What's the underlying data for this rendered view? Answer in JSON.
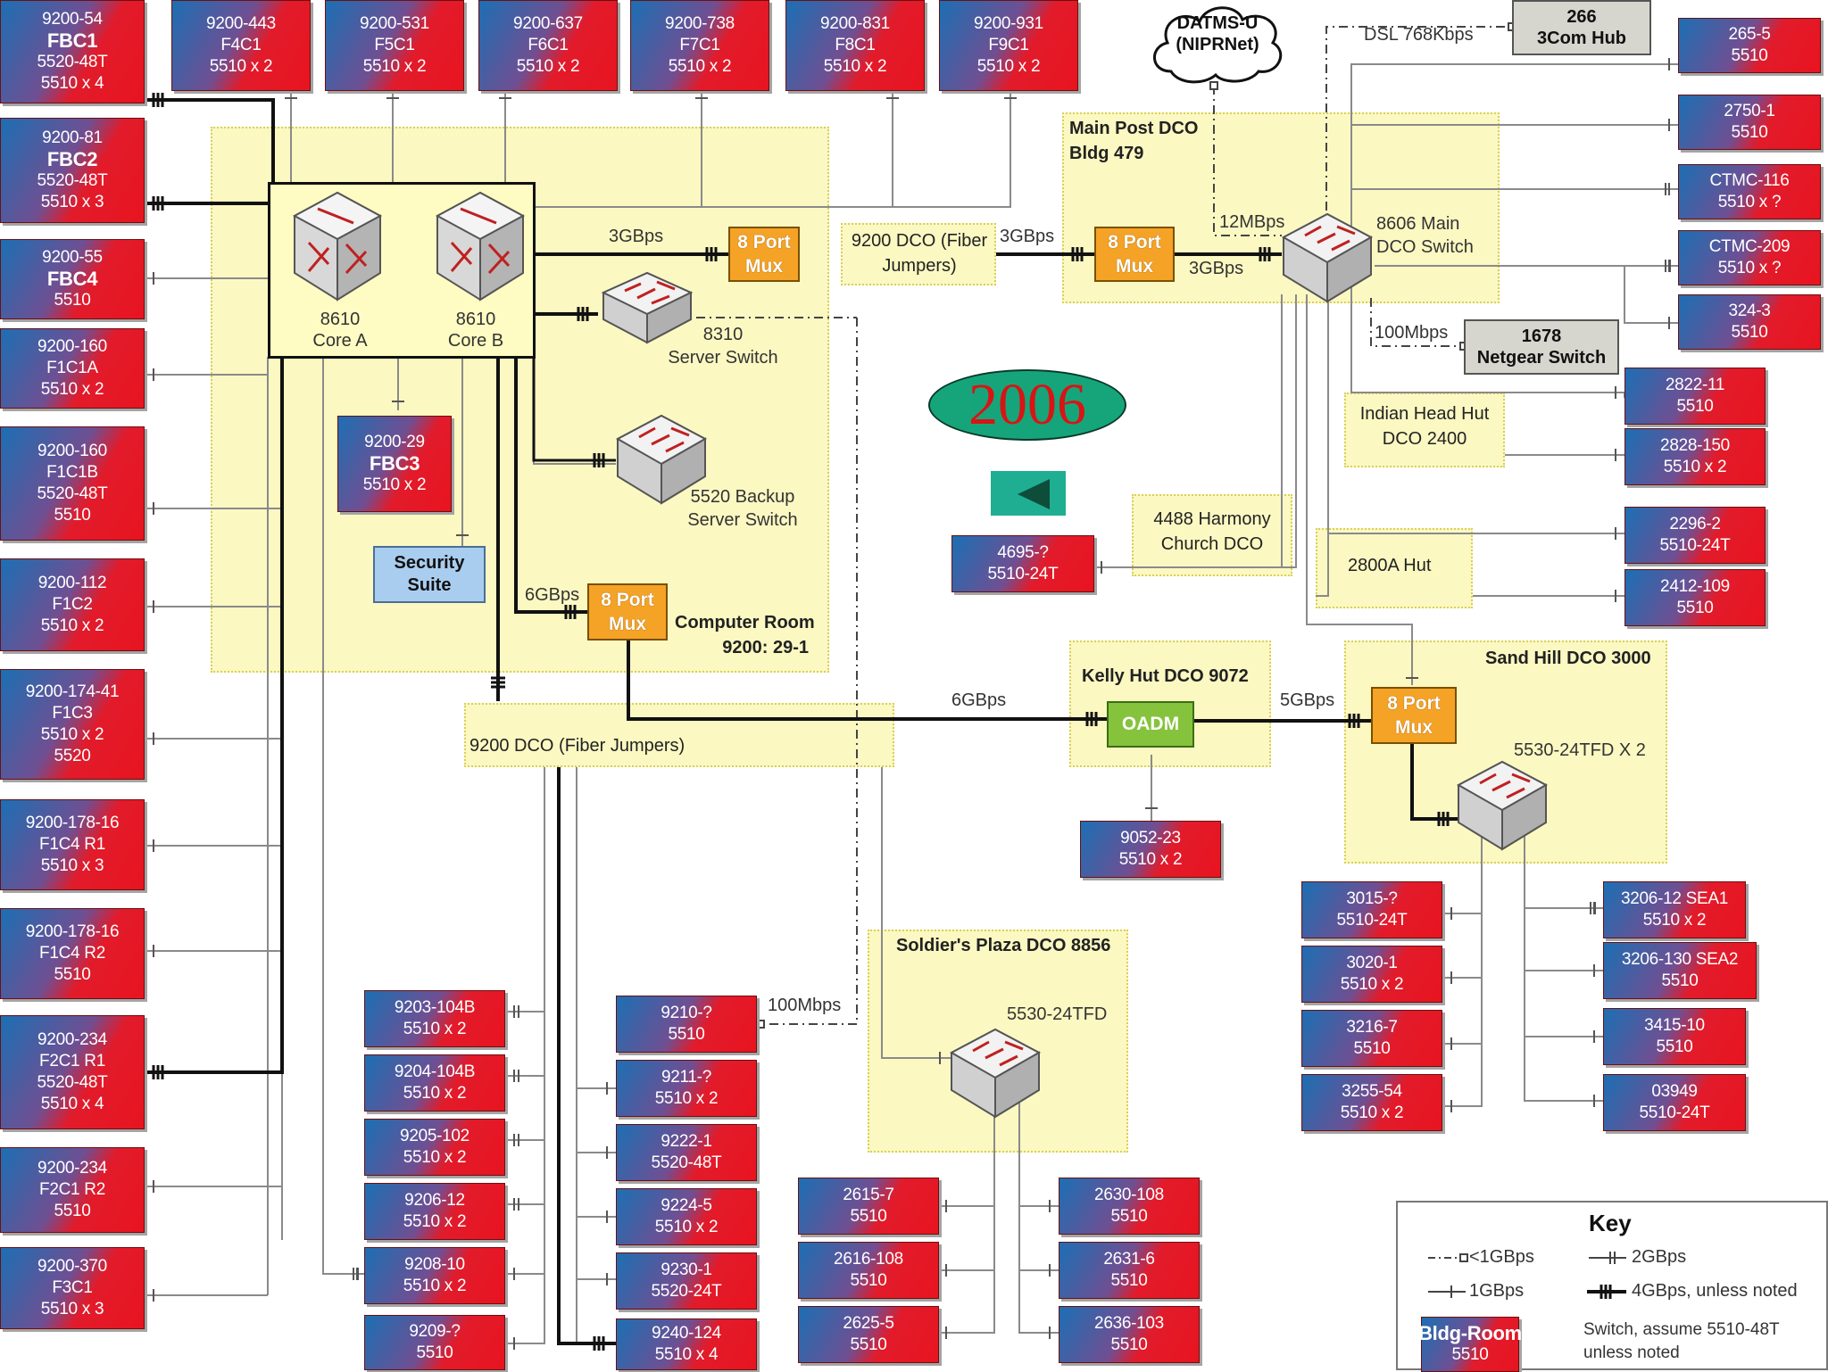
{
  "year": "2006",
  "cloud": {
    "line1": "DATMS-U",
    "line2": "(NIPRNet)"
  },
  "hub_3com": {
    "line1": "266",
    "line2": "3Com Hub"
  },
  "netgear": {
    "line1": "1678",
    "line2": "Netgear Switch"
  },
  "security": {
    "line1": "Security",
    "line2": "Suite"
  },
  "core": {
    "a_line1": "8610",
    "a_line2": "Core A",
    "b_line1": "8610",
    "b_line2": "Core B"
  },
  "server_switch": {
    "line1": "8310",
    "line2": "Server Switch"
  },
  "backup_switch": {
    "line1": "5520 Backup",
    "line2": "Server Switch"
  },
  "main_switch": {
    "line1": "8606 Main",
    "line2": "DCO Switch"
  },
  "sand_switch": "5530-24TFD X 2",
  "soldier_switch": "5530-24TFD",
  "mux": {
    "line1": "8 Port",
    "line2": "Mux"
  },
  "oadm": "OADM",
  "zones": {
    "computer_room": {
      "line1": "Computer Room",
      "line2": "9200: 29-1"
    },
    "main_post": {
      "line1": "Main Post DCO",
      "line2": "Bldg 479"
    },
    "fiber_top": {
      "line1": "9200 DCO (Fiber",
      "line2": "Jumpers)"
    },
    "fiber_mid": "9200 DCO (Fiber Jumpers)",
    "kelly": "Kelly Hut DCO 9072",
    "sand": "Sand Hill DCO 3000",
    "soldier": "Soldier's Plaza DCO 8856",
    "indian": {
      "line1": "Indian Head Hut",
      "line2": "DCO 2400"
    },
    "harmony": {
      "line1": "4488 Harmony",
      "line2": "Church DCO"
    },
    "hut2800": "2800A Hut"
  },
  "links": {
    "l3a": "3GBps",
    "l3b": "3GBps",
    "l3c": "3GBps",
    "l12": "12MBps",
    "dsl": "DSL 768Kbps",
    "l100a": "100Mbps",
    "l6a": "6GBps",
    "l6b": "6GBps",
    "l5": "5GBps",
    "l100b": "100Mbps"
  },
  "key": {
    "title": "Key",
    "lt1": "<1GBps",
    "g1": "1GBps",
    "g2": "2GBps",
    "g4": "4GBps, unless noted",
    "sample_line1": "Bldg-Room",
    "sample_line2": "5510",
    "note_line1": "Switch, assume 5510-48T",
    "note_line2": "unless noted"
  },
  "buildings": [
    {
      "lines": [
        "9200-54",
        "FBC1",
        "5520-48T",
        "5510 x 4"
      ],
      "bold": 1
    },
    {
      "lines": [
        "9200-81",
        "FBC2",
        "5520-48T",
        "5510 x 3"
      ],
      "bold": 1
    },
    {
      "lines": [
        "9200-55",
        "FBC4",
        "5510"
      ],
      "bold": 1
    },
    {
      "lines": [
        "9200-160",
        "F1C1A",
        "5510 x 2"
      ]
    },
    {
      "lines": [
        "9200-160",
        "F1C1B",
        "5520-48T",
        "5510"
      ]
    },
    {
      "lines": [
        "9200-112",
        "F1C2",
        "5510 x 2"
      ]
    },
    {
      "lines": [
        "9200-174-41",
        "F1C3",
        "5510 x 2",
        "5520"
      ]
    },
    {
      "lines": [
        "9200-178-16",
        "F1C4 R1",
        "5510 x 3"
      ]
    },
    {
      "lines": [
        "9200-178-16",
        "F1C4 R2",
        "5510"
      ]
    },
    {
      "lines": [
        "9200-234",
        "F2C1 R1",
        "5520-48T",
        "5510 x 4"
      ]
    },
    {
      "lines": [
        "9200-234",
        "F2C1 R2",
        "5510"
      ]
    },
    {
      "lines": [
        "9200-370",
        "F3C1",
        "5510 x 3"
      ]
    },
    {
      "lines": [
        "9200-443",
        "F4C1",
        "5510 x 2"
      ]
    },
    {
      "lines": [
        "9200-531",
        "F5C1",
        "5510 x 2"
      ]
    },
    {
      "lines": [
        "9200-637",
        "F6C1",
        "5510 x 2"
      ]
    },
    {
      "lines": [
        "9200-738",
        "F7C1",
        "5510 x 2"
      ]
    },
    {
      "lines": [
        "9200-831",
        "F8C1",
        "5510 x 2"
      ]
    },
    {
      "lines": [
        "9200-931",
        "F9C1",
        "5510 x 2"
      ]
    },
    {
      "lines": [
        "9200-29",
        "FBC3",
        "5510 x 2"
      ],
      "bold": 1
    },
    {
      "lines": [
        "265-5",
        "5510"
      ]
    },
    {
      "lines": [
        "2750-1",
        "5510"
      ]
    },
    {
      "lines": [
        "CTMC-116",
        "5510 x ?"
      ]
    },
    {
      "lines": [
        "CTMC-209",
        "5510 x ?"
      ]
    },
    {
      "lines": [
        "324-3",
        "5510"
      ]
    },
    {
      "lines": [
        "2822-11",
        "5510"
      ]
    },
    {
      "lines": [
        "2828-150",
        "5510 x 2"
      ]
    },
    {
      "lines": [
        "2296-2",
        "5510-24T"
      ]
    },
    {
      "lines": [
        "2412-109",
        "5510"
      ]
    },
    {
      "lines": [
        "4695-?",
        "5510-24T"
      ]
    },
    {
      "lines": [
        "9052-23",
        "5510 x 2"
      ]
    },
    {
      "lines": [
        "3015-?",
        "5510-24T"
      ]
    },
    {
      "lines": [
        "3020-1",
        "5510 x 2"
      ]
    },
    {
      "lines": [
        "3216-7",
        "5510"
      ]
    },
    {
      "lines": [
        "3255-54",
        "5510 x 2"
      ]
    },
    {
      "lines": [
        "3206-12 SEA1",
        "5510 x 2"
      ]
    },
    {
      "lines": [
        "3206-130 SEA2",
        "5510"
      ]
    },
    {
      "lines": [
        "3415-10",
        "5510"
      ]
    },
    {
      "lines": [
        "03949",
        "5510-24T"
      ]
    },
    {
      "lines": [
        "9203-104B",
        "5510 x 2"
      ]
    },
    {
      "lines": [
        "9204-104B",
        "5510 x 2"
      ]
    },
    {
      "lines": [
        "9205-102",
        "5510 x 2"
      ]
    },
    {
      "lines": [
        "9206-12",
        "5510 x 2"
      ]
    },
    {
      "lines": [
        "9208-10",
        "5510 x 2"
      ]
    },
    {
      "lines": [
        "9209-?",
        "5510"
      ]
    },
    {
      "lines": [
        "9210-?",
        "5510"
      ]
    },
    {
      "lines": [
        "9211-?",
        "5510 x 2"
      ]
    },
    {
      "lines": [
        "9222-1",
        "5520-48T"
      ]
    },
    {
      "lines": [
        "9224-5",
        "5510 x 2"
      ]
    },
    {
      "lines": [
        "9230-1",
        "5520-24T"
      ]
    },
    {
      "lines": [
        "9240-124",
        "5510 x 4"
      ]
    },
    {
      "lines": [
        "2615-7",
        "5510"
      ]
    },
    {
      "lines": [
        "2616-108",
        "5510"
      ]
    },
    {
      "lines": [
        "2625-5",
        "5510"
      ]
    },
    {
      "lines": [
        "2630-108",
        "5510"
      ]
    },
    {
      "lines": [
        "2631-6",
        "5510"
      ]
    },
    {
      "lines": [
        "2636-103",
        "5510"
      ]
    }
  ]
}
